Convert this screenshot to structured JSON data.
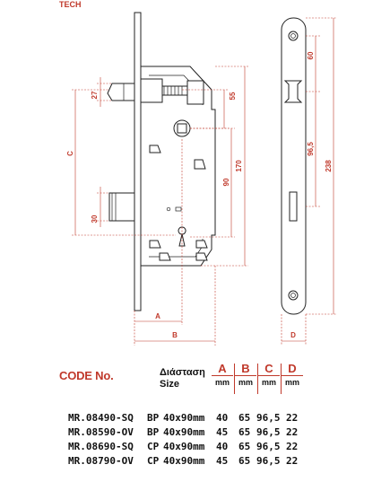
{
  "header": {
    "title": "TECH"
  },
  "drawing": {
    "labels": {
      "d27": "27",
      "d55": "55",
      "d170": "170",
      "d90": "90",
      "d30": "30",
      "c": "C",
      "a": "A",
      "b": "B",
      "d": "D",
      "d60": "60",
      "d96": "96,5",
      "d238": "238"
    }
  },
  "specs": {
    "title": "CODE No.",
    "dimension_label_line1": "Διάσταση",
    "dimension_label_line2": "Size",
    "columns": [
      {
        "letter": "A",
        "unit": "mm"
      },
      {
        "letter": "B",
        "unit": "mm"
      },
      {
        "letter": "C",
        "unit": "mm"
      },
      {
        "letter": "D",
        "unit": "mm"
      }
    ],
    "rows": [
      {
        "code": "MR.08490-SQ",
        "finish": "BP",
        "size": "40x90mm",
        "a": "40",
        "b": "65",
        "c": "96,5",
        "d": "22"
      },
      {
        "code": "MR.08590-OV",
        "finish": "BP",
        "size": "40x90mm",
        "a": "45",
        "b": "65",
        "c": "96,5",
        "d": "22"
      },
      {
        "code": "MR.08690-SQ",
        "finish": "CP",
        "size": "40x90mm",
        "a": "40",
        "b": "65",
        "c": "96,5",
        "d": "22"
      },
      {
        "code": "MR.08790-OV",
        "finish": "CP",
        "size": "40x90mm",
        "a": "45",
        "b": "65",
        "c": "96,5",
        "d": "22"
      }
    ]
  }
}
